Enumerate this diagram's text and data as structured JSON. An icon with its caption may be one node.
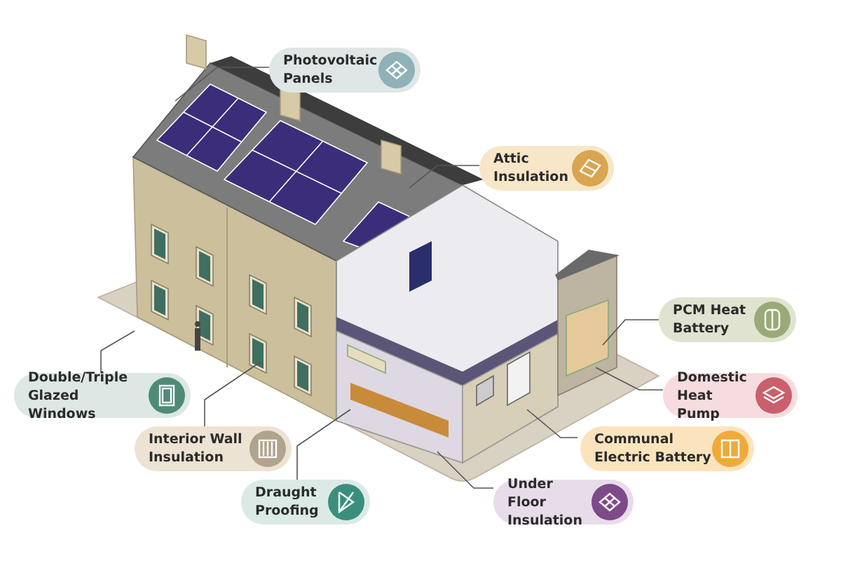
{
  "diagram": {
    "nodes": [
      {
        "text": [
          "Photovoltaic Panels"
        ]
      },
      {
        "text": [
          "Attic Insulation"
        ]
      },
      {
        "text": [
          "PCM Heat Battery"
        ]
      },
      {
        "text": [
          "Domestic Heat Pump"
        ]
      },
      {
        "text": [
          "Communal Electric Battery"
        ]
      },
      {
        "text": [
          "Under Floor Insulation"
        ]
      },
      {
        "text": [
          "Draught Proofing"
        ]
      },
      {
        "text": [
          "Interior Wall Insulation"
        ]
      },
      {
        "text": [
          "Double/Triple Glazed Windows"
        ]
      }
    ],
    "edges": [
      {
        "from": 0,
        "to": null,
        "arrow": "none"
      },
      {
        "from": 1,
        "to": null,
        "arrow": "none"
      },
      {
        "from": 2,
        "to": null,
        "arrow": "none"
      },
      {
        "from": 3,
        "to": null,
        "arrow": "none"
      },
      {
        "from": 4,
        "to": null,
        "arrow": "none"
      },
      {
        "from": 5,
        "to": null,
        "arrow": "none"
      },
      {
        "from": 6,
        "to": null,
        "arrow": "none"
      },
      {
        "from": 7,
        "to": null,
        "arrow": "none"
      },
      {
        "from": 8,
        "to": null,
        "arrow": "none"
      }
    ]
  }
}
